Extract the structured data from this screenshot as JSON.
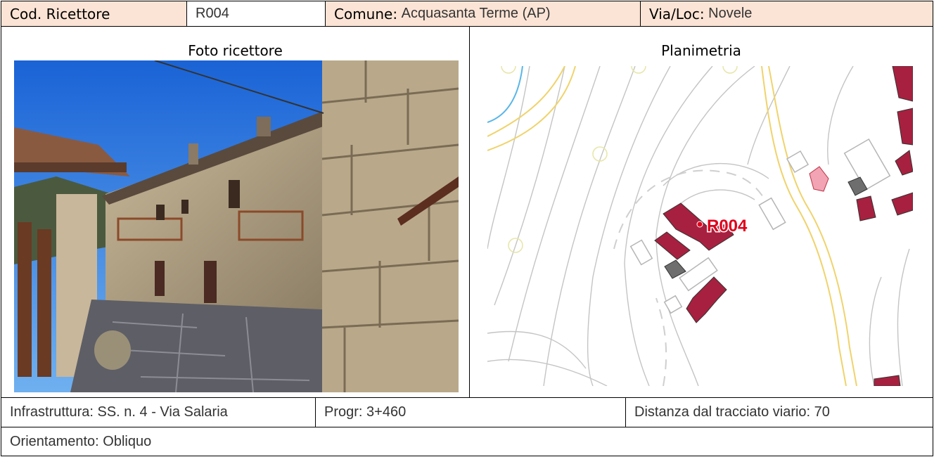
{
  "header": {
    "cod_label": "Cod. Ricettore",
    "cod_value": "R004",
    "comune_label": "Comune:",
    "comune_value": "Acquasanta Terme (AP)",
    "via_label": "Via/Loc:",
    "via_value": "Novele"
  },
  "photo": {
    "title": "Foto ricettore"
  },
  "map": {
    "title": "Planimetria",
    "receptor_label": "R004",
    "colors": {
      "building": "#a8203f",
      "highlight": "#f2a3b4",
      "grey_building": "#6e6e6e",
      "contour": "#bdbdbd",
      "road": "#f0d36b",
      "label": "#e0001b"
    }
  },
  "footer": {
    "infrastruttura": "Infrastruttura: SS. n. 4 - Via Salaria",
    "progr": "Progr: 3+460",
    "distanza": "Distanza dal tracciato viario: 70",
    "orientamento": "Orientamento: Obliquo"
  }
}
